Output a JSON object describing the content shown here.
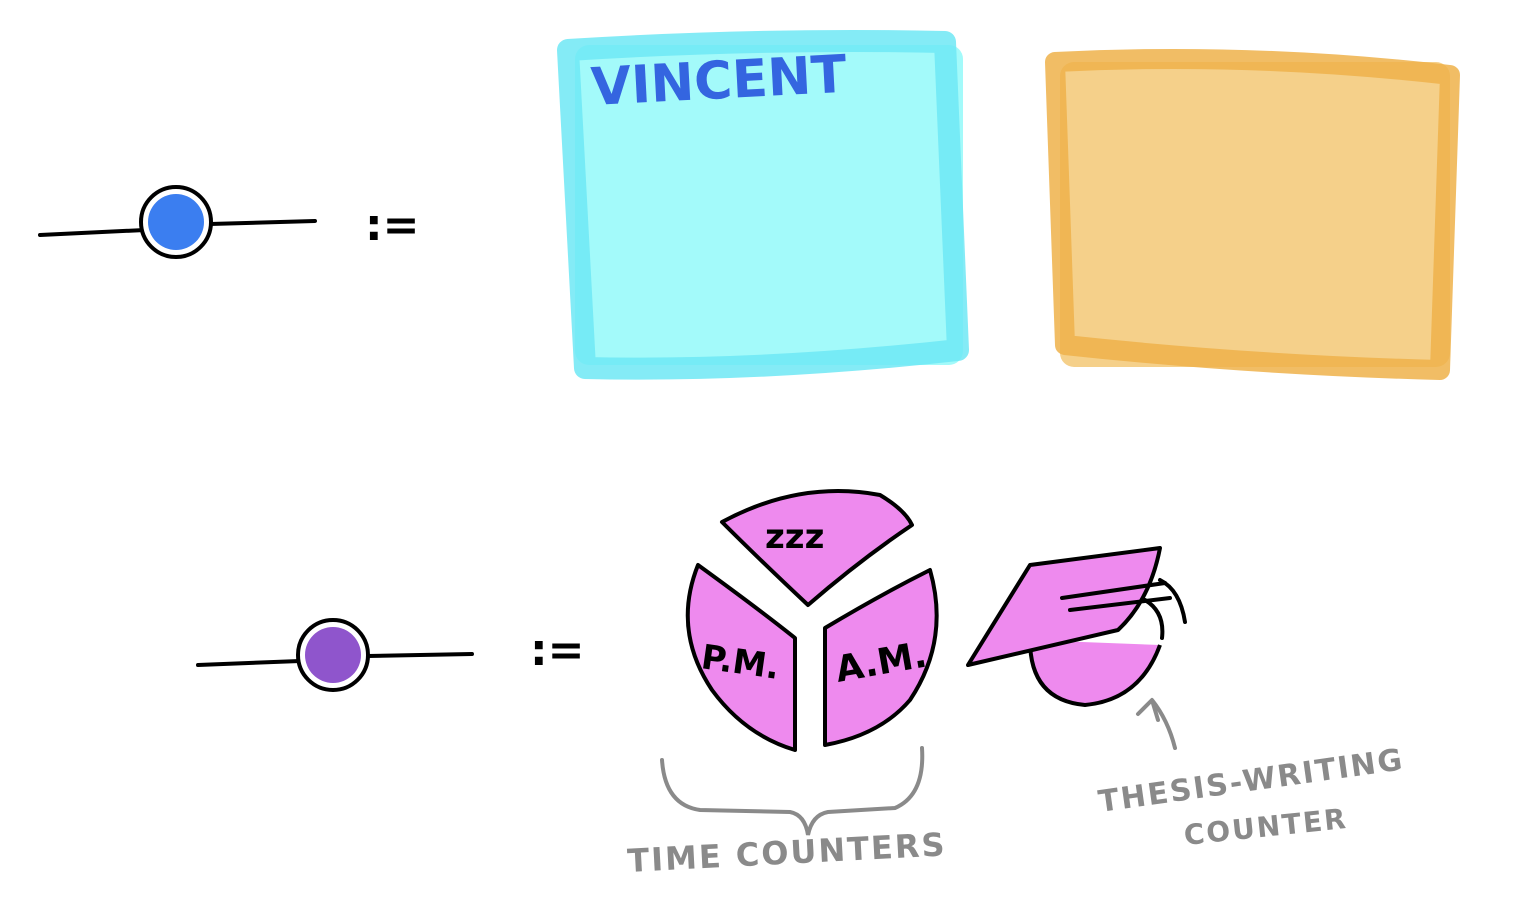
{
  "row1": {
    "definition_symbol": ":=",
    "node_color": "#3b7ef0",
    "box_left": {
      "label": "VINCENT",
      "fill": "#a3fafa",
      "stroke": "#6ee8f5",
      "label_color": "#3465e0"
    },
    "box_right": {
      "label": "",
      "fill": "#f5d08a",
      "stroke": "#eeb24a"
    }
  },
  "row2": {
    "definition_symbol": ":=",
    "node_color": "#8f55cc",
    "counter_fill": "#ee8aee",
    "segments": {
      "top": "zzz",
      "left": "P.M.",
      "right": "A.M."
    },
    "time_counters_label": "TIME COUNTERS",
    "thesis_label_line1": "THESIS-WRITING",
    "thesis_label_line2": "COUNTER",
    "annotation_color": "#8a8a8a"
  }
}
